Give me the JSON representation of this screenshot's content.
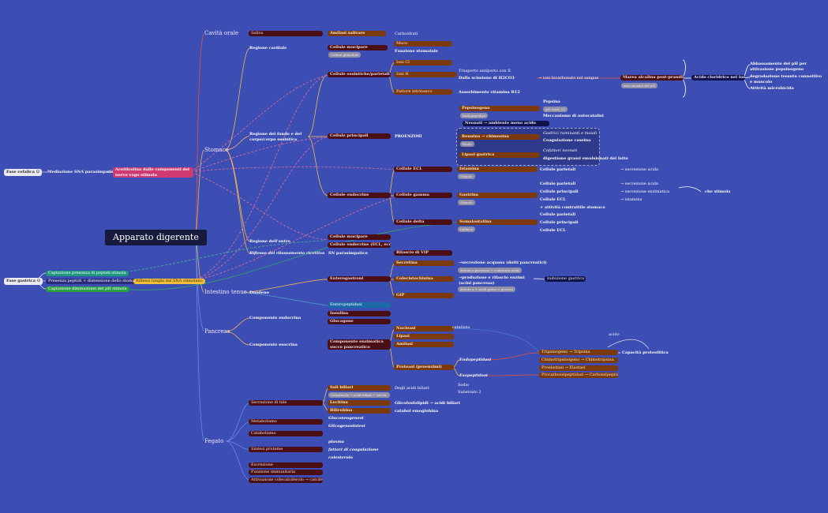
{
  "central": "Apparato digerente",
  "phases": {
    "cefalica": "Fase cefalica",
    "gastrica": "Fase gastrica"
  },
  "icon": "person-icon",
  "cef": {
    "sna": "Mediazione SNA parasimpatico",
    "ach": "Acetilcolina dalle componenti del nervo vago stimola"
  },
  "gas": {
    "c1": "Captazione presenza di peptidi stimola",
    "c2": "Presenza peptidi + distensione dello stomaco",
    "c3": "Captazione diminuzione del pH stimola",
    "riflessi": "Riflessi lunghi dal SNA stimolano"
  },
  "org": {
    "orale": "Cavità orale",
    "stomaco": "Stomaco",
    "intestino": "Intestino tenue",
    "pancreas": "Pancreas",
    "fegato": "Fegato"
  },
  "oral": {
    "saliva": "Saliva",
    "amilasi": "Amilasi salivare",
    "carbo": "Carboidrati"
  },
  "st": {
    "cardiale": "Regione cardiale",
    "muc": "Cellule mucipare",
    "muc_tag": "Cellule ghiandole",
    "muco": "Muco",
    "funz": "Funzione stomatale",
    "ossintiche": "Cellule ossintiche/parietali",
    "ionicl": "Ioni Cl",
    "ionih": "Ioni H",
    "trasp": "Trasporto antiporto con Il",
    "doppia": "Dalla scissione di H2CO3",
    "bicarb": "→ ioni bicarbonato nel sangue",
    "marea": "Marea alcalina post-prandiale",
    "marea_tag": "meccanismo del pH",
    "acido": "Acido cloridrico nel lume",
    "fi": "Fattore intrinseco",
    "b12": "Assorbimento vitamina B12",
    "o1": "Abbassamento del pH per attivazione pepsinogeno",
    "o2": "degradazione tessuto connettivo e muscolo",
    "o3": "Attività microbicida",
    "fondo": "Regione del fondo e del corpo/corpo ossintica",
    "principali": "Cellule principali",
    "proenz": "PROENZIMI",
    "pepsinogeno": "Pepsinogeno",
    "pep_tag": "Endopeptidasi",
    "pepsina": "Pepsina",
    "pep_tag2": "pH acido (2)",
    "autocat": "Meccanismo di autocatalisi",
    "neonati": "Neonati → ambiente meno acido",
    "rennina": "Rennina → chimosina",
    "ren_tag": "Ruolo",
    "gastr_rum": "Gastrici ruminanti e maiali",
    "caseina": "Coagulazione caseina",
    "lipasi": "Lipasi gastrica",
    "lip1": "Cofattori neonati",
    "lip2": "digestione grassi emulsionati del latte",
    "endocrine": "Cellule endocrine",
    "ecl": "Cellule ECL",
    "istamina": "Istamina",
    "ist_tag": "Stimolo",
    "par1": "Cellule parietali",
    "secacida": "→ secrezione acida",
    "gamma": "Cellule gamma",
    "gastrina": "Gastrina",
    "gas_tag": "Stimolo",
    "g1": "Cellule parietali",
    "g2": "Cellule principali",
    "g3": "Cellule ECL",
    "g4": "+ attività contrattile stomaco",
    "gs1": "→ secrezione acida",
    "gs2": "→ secrezione enzimatica",
    "gs3": "→ istamina",
    "chestimola": "che stimola",
    "delta": "Cellule delta",
    "somato": "Somatostatina",
    "som_tag": "Inibisce",
    "d1": "Cellule parietali",
    "d2": "Cellule principali",
    "d3": "Cellule ECL",
    "antro": "Regione dell'antro",
    "muc2": "Cellule mucipare",
    "entero": "Cellule endocrine (ECL, ecc.)",
    "riflesso": "Riflesso del rilassamento ricettivo",
    "snapar": "SN parasimpatico"
  },
  "int": {
    "duodeno": "Duodeno",
    "vip": "Rilascio di VIP",
    "enterogastroni": "Enterogastroni",
    "secretina": "Secretina",
    "sec_txt": "→secrezione acquosa (dotti pancreatici)",
    "sec_tag": "dovuta a presenza + contenuto acido",
    "cck": "Colecistochinina",
    "cck_txt": "→produzione e rilascio enzimi (acini pancreas)",
    "cck_tag": "dovuto a + acidi grassi e proteici",
    "gip": "GIP",
    "inib": "Inibizione gastrica",
    "enteropep": "Enteropeptidasi"
  },
  "pan": {
    "endocrina": "Componente endocrina",
    "esocrina": "Componente esocrina",
    "insulina": "Insulina",
    "glucagone": "Glucagone",
    "enzim": "Componente enzimatica succo pancreatico",
    "nucleasi": "Nucleasi",
    "lipasi": "Lipasi",
    "amilasi": "Amilasi",
    "proteasi": "Proteasi (proenzimi)",
    "endo": "Endopeptidasi",
    "eso": "Esopeptidasi",
    "catalizza": "catalizza",
    "acido": "acido",
    "t1": "Tripsinogeno → Tripsina",
    "t2": "Chimotripsinogeno → Chimotripsina",
    "t3": "Proelastasi → Elastasi",
    "t4": "Procarbossipeptidasi → Carbossipeptidasi",
    "cap": "Capacità proteolitica"
  },
  "fe": {
    "bile": "Secrezione di bile",
    "sali": "Sali biliari",
    "sali_tag": "Colesterolo → acidi biliari → sali bi...",
    "degli": "Degli acidi biliari",
    "lecitina": "Lecitina",
    "glic": "Glicofosfolipidi → acidi biliari",
    "bilirubina": "Bilirubina",
    "catab": "catabol emoglobina",
    "sodio": "Sodio",
    "sub": "Substrato 2",
    "metabolismo": "Metabolismo",
    "gluconeo": "Gluconeogenesi",
    "glicogeno": "Glicogenosintesi",
    "catabolismo": "Catabolismo",
    "sintesi": "Sintesi proteine",
    "plasma": "plasma",
    "fattori": "fattori di coagulazione",
    "colest": "colesterolo",
    "escrezione": "Escrezione",
    "immunitaria": "Funzione immunitaria",
    "calci": "Attivazione colecalciferolo → calcifediolo"
  }
}
